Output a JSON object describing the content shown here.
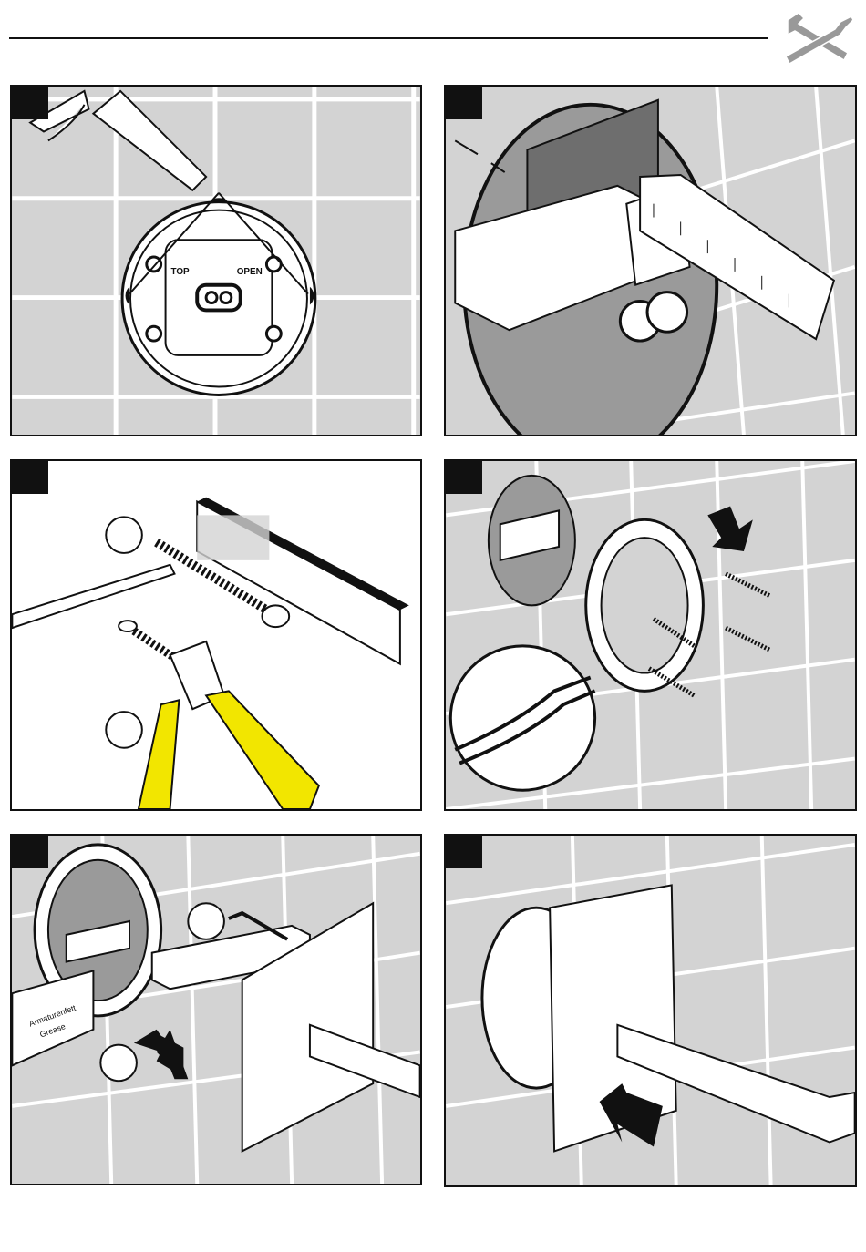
{
  "header": {
    "icon": "wrench-screwdriver-icon"
  },
  "steps": [
    {
      "id": "step-1",
      "labels": {
        "top": "TOP",
        "open": "OPEN"
      }
    },
    {
      "id": "step-2"
    },
    {
      "id": "step-3"
    },
    {
      "id": "step-4"
    },
    {
      "id": "step-5",
      "grease_label": {
        "line1": "Armaturenfett",
        "line2": "Grease"
      }
    },
    {
      "id": "step-6"
    }
  ],
  "colors": {
    "tile": "#d3d3d3",
    "grout": "#ffffff",
    "ink": "#111111",
    "pliers": "#f2e600"
  }
}
